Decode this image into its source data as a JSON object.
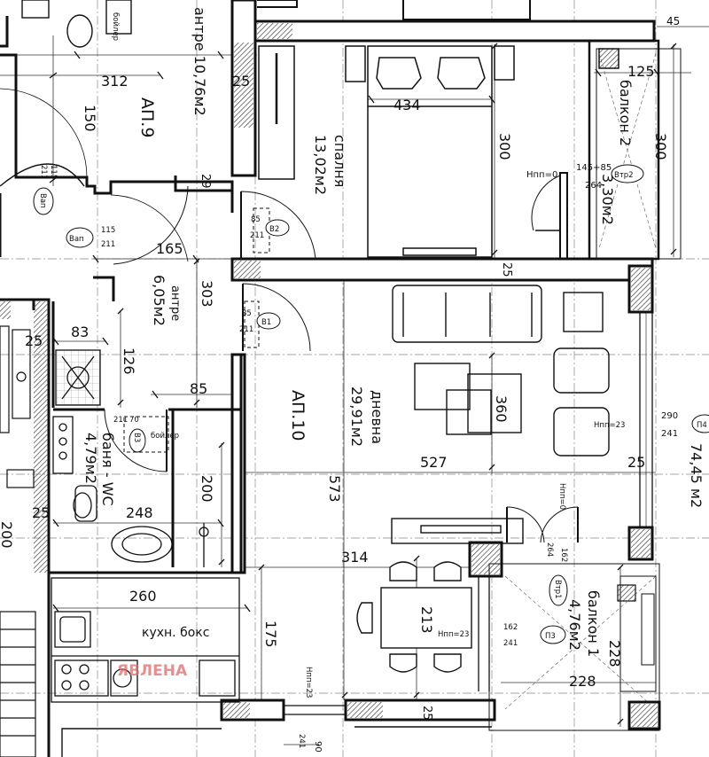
{
  "plan": {
    "apartments": {
      "ap9": "АП.9",
      "ap10": "АП.10"
    },
    "rooms": {
      "antre_top": {
        "name": "антре 10,76м2"
      },
      "bedroom": {
        "name": "спалня",
        "area": "13,02м2"
      },
      "antre": {
        "name": "антре",
        "area": "6,05м2"
      },
      "living": {
        "name": "дневна",
        "area": "29,91м2"
      },
      "bath": {
        "name": "баня - WC",
        "area": "4,79м2"
      },
      "kitchen": {
        "name": "кухн. бокс"
      },
      "balcony1": {
        "name": "балкон 1",
        "area": "4,76м2"
      },
      "balcony2": {
        "name": "балкон 2",
        "area": "3,30м2"
      },
      "total_edge": "74,45 м2"
    },
    "appliances": {
      "boiler_top": "бойлер",
      "boiler_bath": "бойлер"
    },
    "dimensions": {
      "d312": "312",
      "d150": "150",
      "d25a": "25",
      "d434": "434",
      "d300a": "300",
      "d45": "45",
      "d125": "125",
      "d300b": "300",
      "d165": "165",
      "d303": "303",
      "d25b": "25",
      "d83": "83",
      "d126": "126",
      "d85": "85",
      "d360": "360",
      "d527": "527",
      "d25c": "25",
      "d573": "573",
      "d200a": "200",
      "d248": "248",
      "d25d": "25",
      "d200b": "200",
      "d314": "314",
      "d260": "260",
      "d175": "175",
      "d213": "213",
      "d228a": "228",
      "d228b": "228",
      "d25e": "25",
      "d25f": "25",
      "d90": "90",
      "d29": "29"
    },
    "openings": {
      "vap1_frac_top": "115",
      "vap1_frac_bot": "211",
      "vap1_tag": "Вап",
      "vap2_frac_top": "115",
      "vap2_frac_bot": "211",
      "vap2_tag": "Вап",
      "b2_frac_top": "85",
      "b2_frac_bot": "211",
      "b2_tag": "В2",
      "b1_frac_top": "85",
      "b1_frac_bot": "211",
      "b1_tag": "В1",
      "b3_frac_top": "70",
      "b3_frac_bot": "211",
      "b3_tag": "В3",
      "vtr2_frac": "145+85",
      "vtr2_bot": "264",
      "vtr2_tag": "Втр2",
      "vtr2_hnn": "Hпп=0",
      "vtr1_frac": "162",
      "vtr1_bot": "264",
      "vtr1_tag": "Втр1",
      "vtr1_hnn": "Hпп=0",
      "p3_frac_top": "162",
      "p3_frac_bot": "241",
      "p3_tag": "П3",
      "p3_hnn": "Hпп=23",
      "p4_frac_top": "290",
      "p4_frac_bot": "241",
      "p4_tag": "П4",
      "p4_hnn": "Hпп=23",
      "bottom_hnn": "Hпп=23",
      "bottom_241": "241"
    },
    "watermark": "ЯВЛЕНА"
  }
}
